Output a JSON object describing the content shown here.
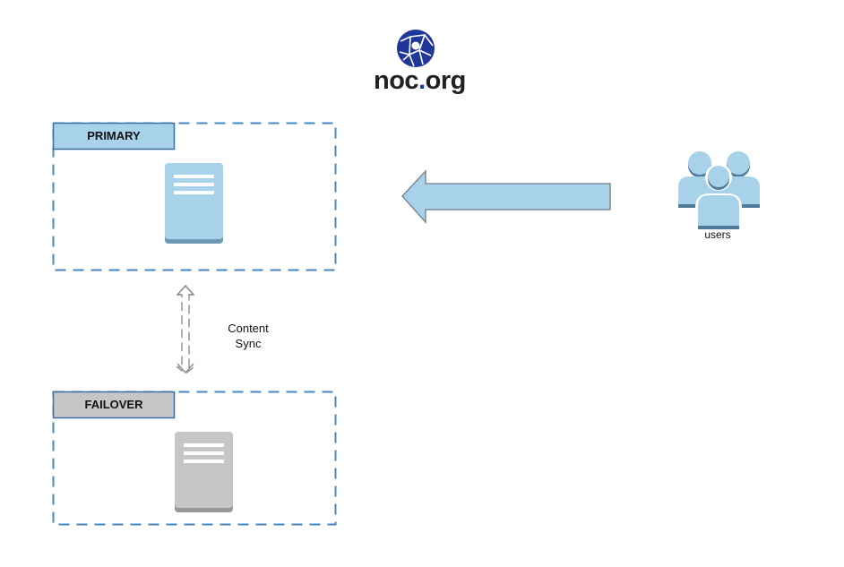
{
  "logo": {
    "text_left": "noc",
    "text_dot": ".",
    "text_right": "org",
    "brand_color": "#1e3799"
  },
  "primary": {
    "label": "PRIMARY",
    "label_fill": "#a8d1ea",
    "server_color": "#a8d1ea",
    "server_shadow": "#6e9ab5"
  },
  "failover": {
    "label": "FAILOVER",
    "label_fill": "#c6c6c6",
    "server_color": "#c6c6c6",
    "server_shadow": "#999999"
  },
  "sync": {
    "line1": "Content",
    "line2": "Sync"
  },
  "traffic_arrow": {
    "direction": "left",
    "fill": "#a8d1ea"
  },
  "users": {
    "label": "users",
    "icon_color": "#a8d1ea",
    "icon_shadow": "#4f7a99"
  },
  "colors": {
    "dash_border": "#4a87c0",
    "label_border": "#3a6ea5"
  }
}
